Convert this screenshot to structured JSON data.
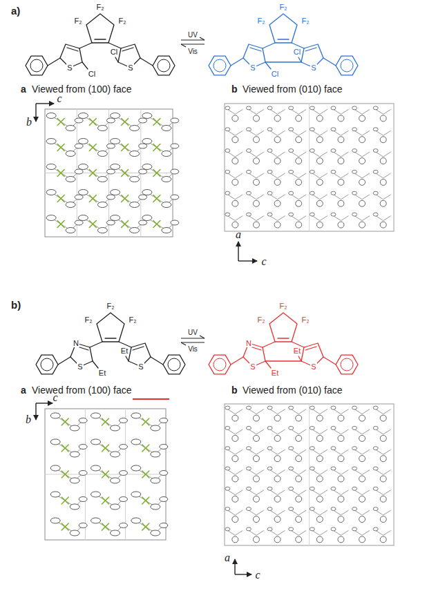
{
  "diagram": {
    "labels": [
      "a)",
      "F₂",
      "F₂",
      "F₂",
      "Cl",
      "Cl",
      "S",
      "S",
      "UV",
      "Vis",
      "F₂",
      "F₂",
      "F₂",
      "Cl",
      "Cl",
      "S",
      "S",
      "a",
      "Viewed from (100) face",
      "b",
      "Viewed from (010) face",
      "c",
      "b",
      "a",
      "c",
      "b)",
      "F₂",
      "F₂",
      "F₂",
      "N",
      "Et",
      "Et",
      "S",
      "S",
      "UV",
      "Vis",
      "F₂",
      "F₂",
      "F₂",
      "N",
      "Et",
      "Et",
      "S",
      "S",
      "a",
      "Viewed from (100) face",
      "b",
      "Viewed from (010) face",
      "c",
      "b",
      "a",
      "c"
    ]
  }
}
